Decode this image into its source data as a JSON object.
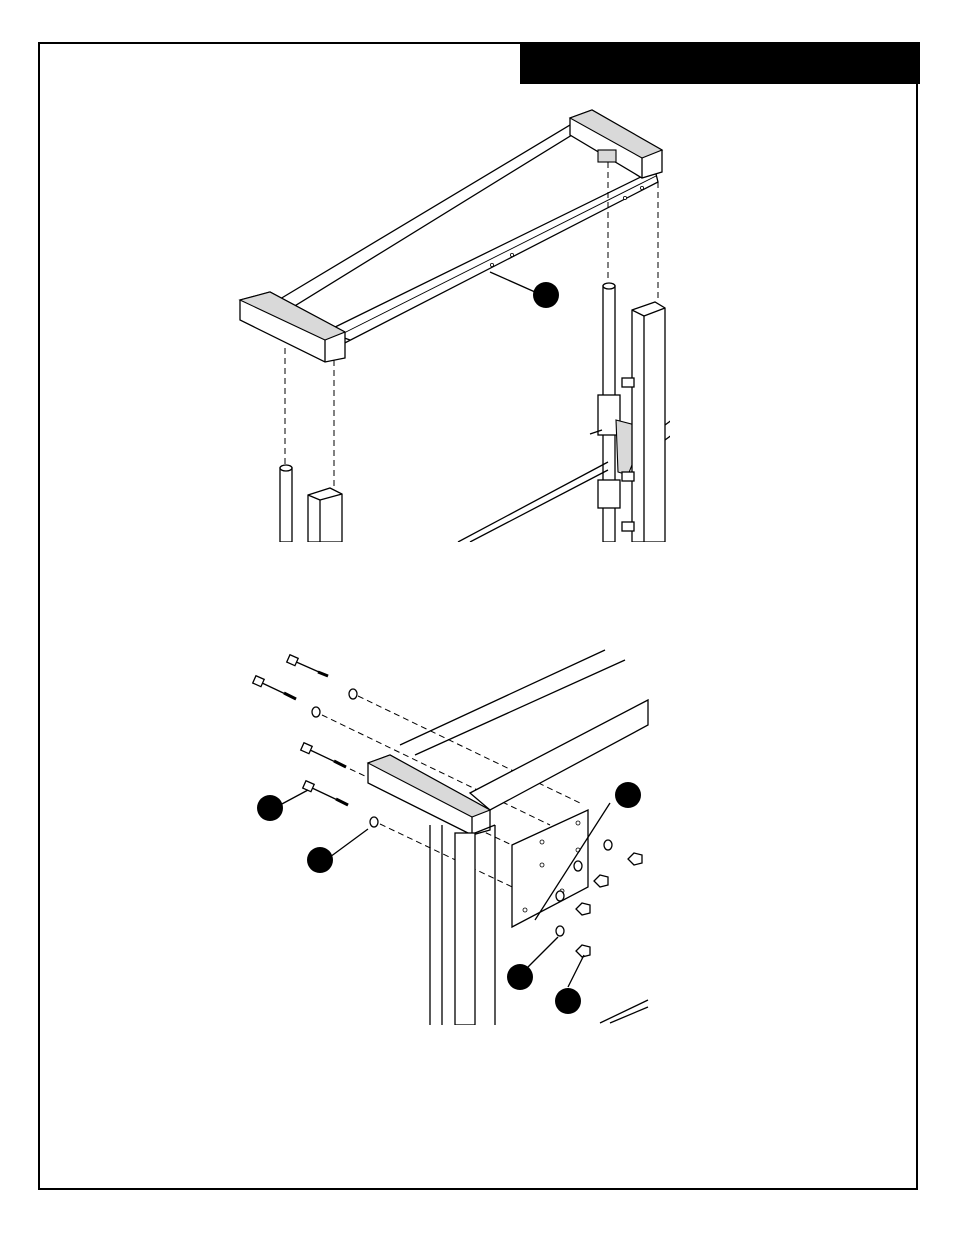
{
  "header": {
    "title": ""
  },
  "figures": [
    {
      "name": "top-frame-assembly",
      "callouts": 1
    },
    {
      "name": "corner-bolt-detail",
      "callouts": 5
    }
  ],
  "colors": {
    "ink": "#000000",
    "paper": "#ffffff"
  }
}
